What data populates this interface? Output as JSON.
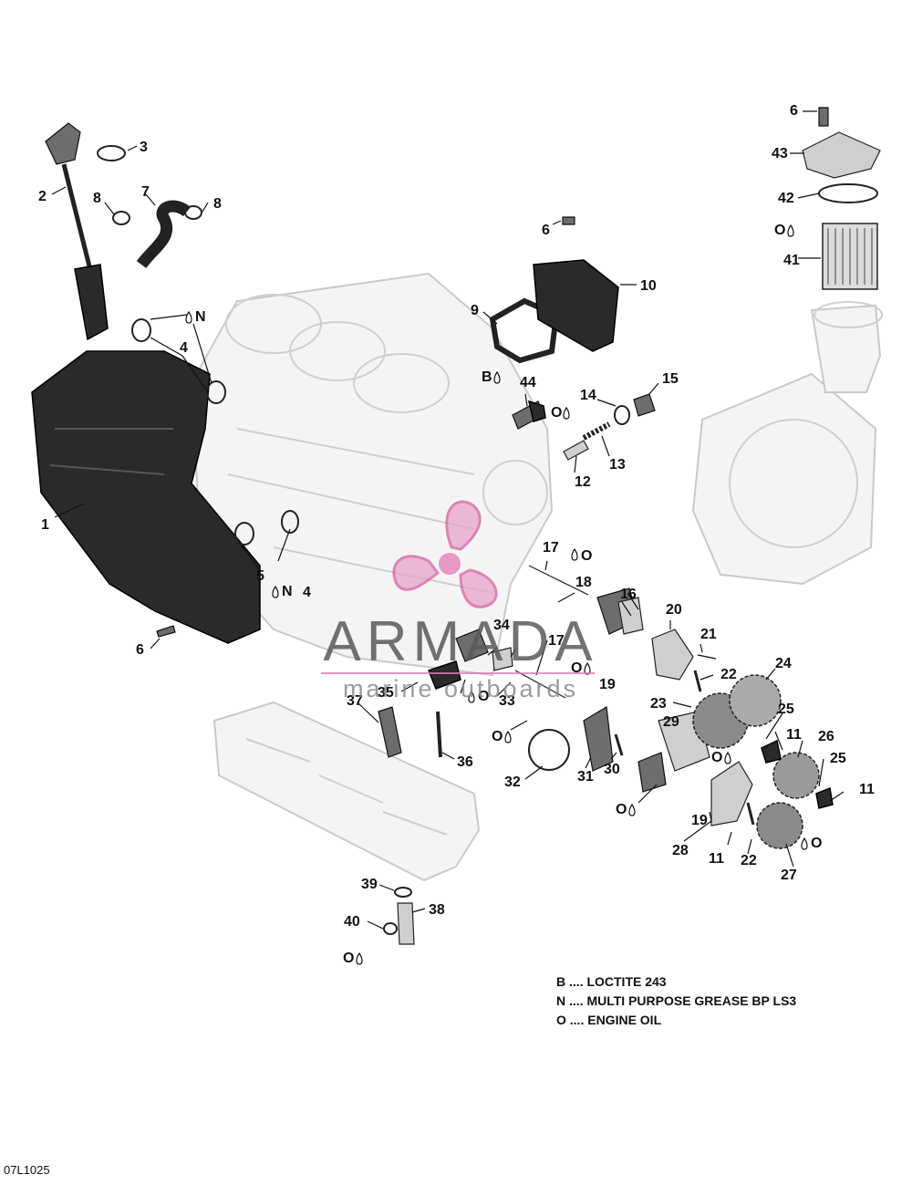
{
  "diagram": {
    "code": "07L1025",
    "callouts": [
      "1",
      "2",
      "3",
      "4",
      "5",
      "6",
      "7",
      "8",
      "9",
      "10",
      "11",
      "12",
      "13",
      "14",
      "15",
      "16",
      "17",
      "18",
      "19",
      "20",
      "21",
      "22",
      "23",
      "24",
      "25",
      "26",
      "27",
      "28",
      "29",
      "30",
      "31",
      "32",
      "33",
      "34",
      "35",
      "36",
      "37",
      "38",
      "39",
      "40",
      "41",
      "42",
      "43",
      "44"
    ],
    "symbols": [
      "B",
      "N",
      "O"
    ]
  },
  "legend": [
    {
      "key": "B",
      "text": "B .... LOCTITE 243"
    },
    {
      "key": "N",
      "text": "N .... MULTI PURPOSE GREASE BP LS3"
    },
    {
      "key": "O",
      "text": "O .... ENGINE OIL"
    }
  ],
  "watermark": {
    "title": "ARMADA",
    "subtitle": "marine outboards",
    "accent_color": "#e07bb4"
  },
  "colors": {
    "line": "#111111",
    "ghost_part": "#d0d0d0",
    "dark_part": "#2a2a2a"
  }
}
